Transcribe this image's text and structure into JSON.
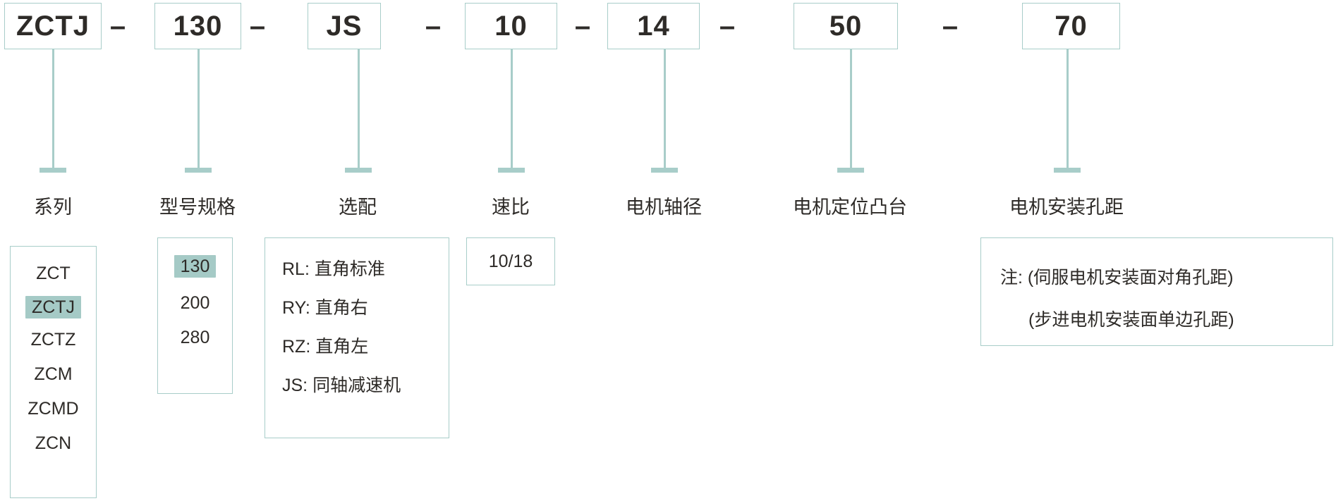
{
  "model_code": {
    "separator": "–",
    "segments": [
      {
        "value": "ZCTJ",
        "label": "系列"
      },
      {
        "value": "130",
        "label": "型号规格"
      },
      {
        "value": "JS",
        "label": "选配"
      },
      {
        "value": "10",
        "label": "速比"
      },
      {
        "value": "14",
        "label": "电机轴径"
      },
      {
        "value": "50",
        "label": "电机定位凸台"
      },
      {
        "value": "70",
        "label": "电机安装孔距"
      }
    ]
  },
  "series_box": {
    "options": [
      "ZCT",
      "ZCTJ",
      "ZCTZ",
      "ZCM",
      "ZCMD",
      "ZCN"
    ],
    "selected": "ZCTJ"
  },
  "spec_box": {
    "options": [
      "130",
      "200",
      "280"
    ],
    "selected": "130"
  },
  "option_box": {
    "options": [
      "RL: 直角标准",
      "RY: 直角右",
      "RZ: 直角左",
      "JS: 同轴减速机"
    ]
  },
  "ratio_box": {
    "options": [
      "10/18"
    ]
  },
  "note_box": {
    "lines": [
      "注: (伺服电机安装面对角孔距)",
      "(步进电机安装面单边孔距)"
    ]
  },
  "colors": {
    "border": "#a8cdc9",
    "highlight": "#a5cac6",
    "text": "#2e2b28"
  }
}
